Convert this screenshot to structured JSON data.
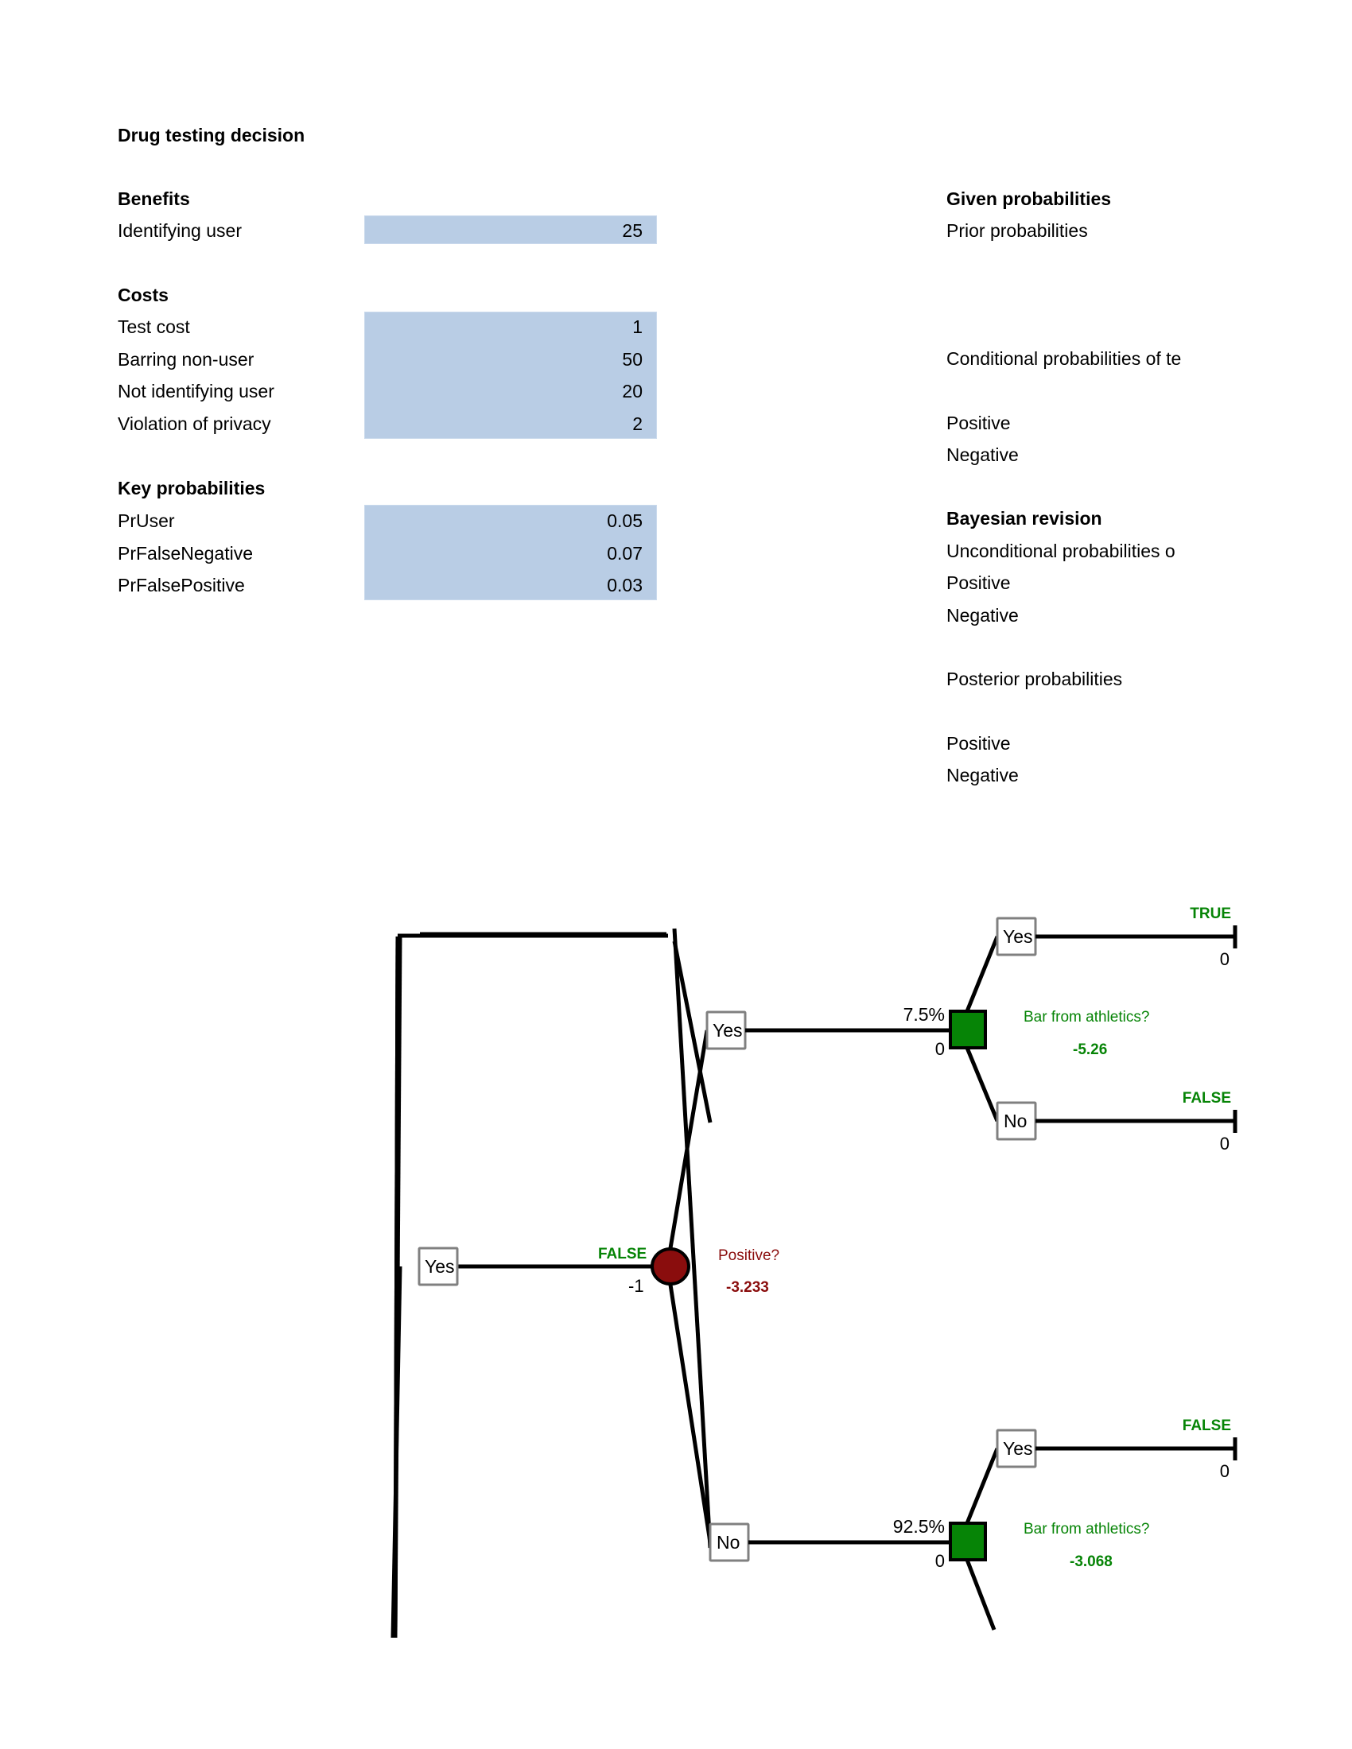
{
  "sheet": {
    "title": "Drug testing decision",
    "left": {
      "benefits": {
        "heading": "Benefits",
        "rows": [
          {
            "label": "Identifying user",
            "value": "25"
          }
        ]
      },
      "costs": {
        "heading": "Costs",
        "rows": [
          {
            "label": "Test cost",
            "value": "1"
          },
          {
            "label": "Barring non-user",
            "value": "50"
          },
          {
            "label": "Not identifying user",
            "value": "20"
          },
          {
            "label": "Violation of privacy",
            "value": "2"
          }
        ]
      },
      "key_probabilities": {
        "heading": "Key probabilities",
        "rows": [
          {
            "label": "PrUser",
            "value": "0.05"
          },
          {
            "label": "PrFalseNegative",
            "value": "0.07"
          },
          {
            "label": "PrFalsePositive",
            "value": "0.03"
          }
        ]
      }
    },
    "right": {
      "given": {
        "heading": "Given probabilities",
        "prior_label": "Prior probabilities",
        "conditional_label": "Conditional probabilities of te",
        "positive_label": "Positive",
        "negative_label": "Negative"
      },
      "bayesian": {
        "heading": "Bayesian revision",
        "unconditional_label": "Unconditional probabilities o",
        "uncond_positive": "Positive",
        "uncond_negative": "Negative",
        "posterior_label": "Posterior probabilities",
        "post_positive": "Positive",
        "post_negative": "Negative"
      }
    }
  },
  "colors": {
    "input_cell_fill": "#b9cde5",
    "decision_node": "#068406",
    "chance_node": "#8a0d0d",
    "green_text": "#068406",
    "red_text": "#8a0d0d"
  },
  "tree": {
    "root_branch": {
      "label": "Yes"
    },
    "chance_node": {
      "title": "Positive?",
      "value": "-3.233",
      "flag": "FALSE",
      "payoff": "-1"
    },
    "upper": {
      "branch_label": "Yes",
      "probability": "7.5%",
      "payoff": "0",
      "node_title": "Bar from athletics?",
      "node_value": "-5.26",
      "children": [
        {
          "label": "Yes",
          "flag": "TRUE",
          "payoff": "0"
        },
        {
          "label": "No",
          "flag": "FALSE",
          "payoff": "0"
        }
      ]
    },
    "lower": {
      "branch_label": "No",
      "probability": "92.5%",
      "payoff": "0",
      "node_title": "Bar from athletics?",
      "node_value": "-3.068",
      "children": [
        {
          "label": "Yes",
          "flag": "FALSE",
          "payoff": "0"
        }
      ]
    }
  }
}
